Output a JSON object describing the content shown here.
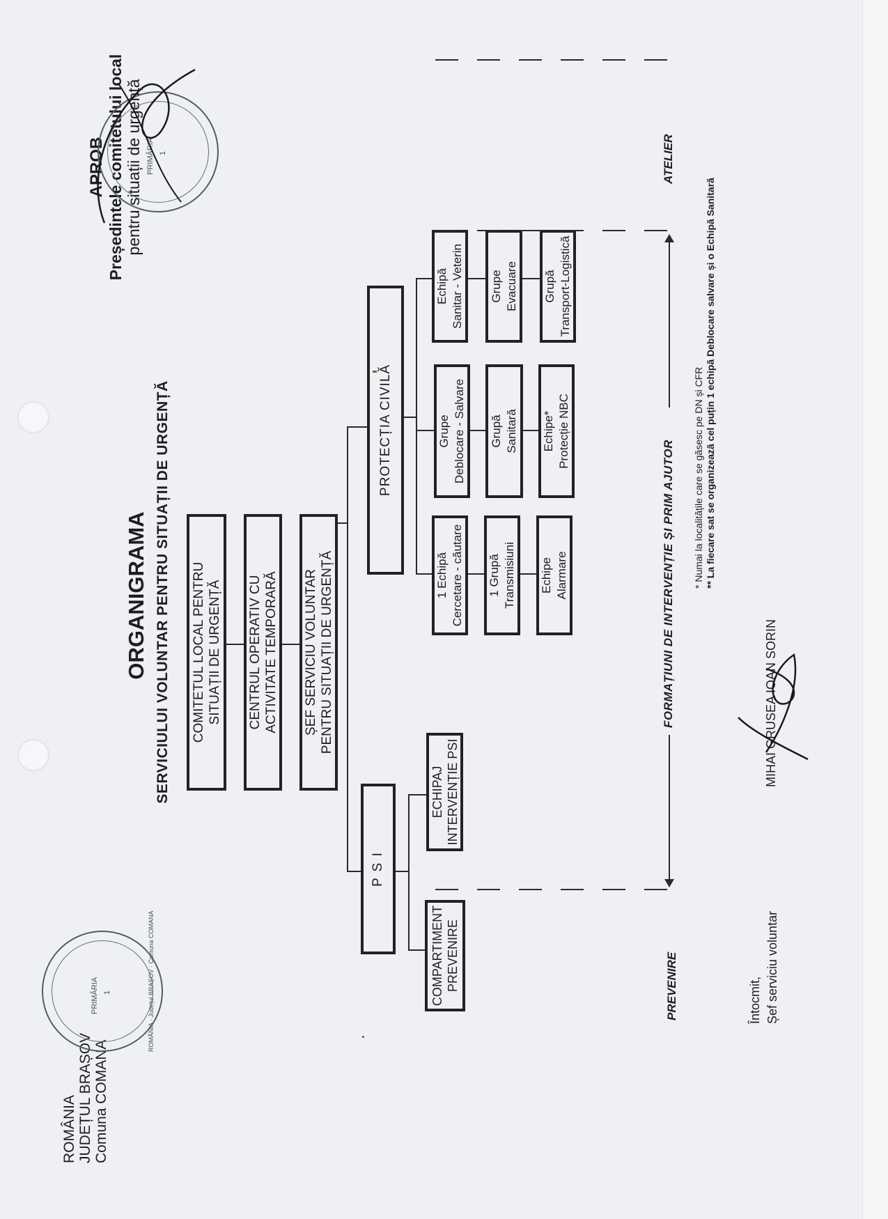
{
  "header_left": {
    "lines": [
      "ROMÂNIA",
      "JUDEȚUL BRAȘOV",
      "Comuna COMANA"
    ]
  },
  "header_right": {
    "approve": "APROB",
    "lines": [
      "Președintele comitetului local",
      "pentru situații de urgență"
    ]
  },
  "stamp": {
    "outer_text": "ROMÂNIA · Județul BRAȘOV · Comuna COMANA",
    "center_top": "PRIMĂRIA",
    "center_num": "1"
  },
  "title": {
    "main": "ORGANIGRAMA",
    "subtitle": "SERVICIULUI VOLUNTAR PENTRU SITUAȚII DE URGENȚĂ"
  },
  "org": {
    "comitet": [
      "COMITETUL LOCAL PENTRU",
      "SITUAȚII DE URGENȚĂ"
    ],
    "centru": [
      "CENTRUL OPERATIV CU",
      "ACTIVITATE TEMPORARĂ"
    ],
    "sef": [
      "ȘEF SERVICIU VOLUNTAR",
      "PENTRU SITUAȚII DE URGENȚĂ"
    ],
    "psi": {
      "label": "P S I",
      "children": [
        {
          "lines": [
            "ECHIPAJ",
            "INTERVENȚIE PSI"
          ]
        },
        {
          "lines": [
            "COMPARTIMENT",
            "PREVENIRE"
          ]
        }
      ]
    },
    "protectie_civila": {
      "label": "PROTECȚIA CIVILĂ",
      "rows": [
        [
          {
            "lines": [
              "1 Echipă",
              "Cercetare - căutare"
            ]
          },
          {
            "lines": [
              "1 Grupă",
              "Transmisiuni"
            ]
          },
          {
            "lines": [
              "Echipe",
              "Alarmare"
            ]
          }
        ],
        [
          {
            "lines": [
              "Grupe",
              "Deblocare - Salvare"
            ]
          },
          {
            "lines": [
              "Grupă",
              "Sanitară"
            ]
          },
          {
            "lines": [
              "Echipe*",
              "Protecție NBC"
            ]
          }
        ],
        [
          {
            "lines": [
              "Echipă",
              "Sanitar - Veterin"
            ]
          },
          {
            "lines": [
              "Grupe",
              "Evacuare"
            ]
          },
          {
            "lines": [
              "Grupă",
              "Transport-Logistică"
            ]
          }
        ]
      ]
    }
  },
  "zones": {
    "prevenire": "PREVENIRE",
    "formatiuni": "FORMAȚIUNI DE INTERVENȚIE ȘI PRIM AJUTOR",
    "atelier": "ATELIER"
  },
  "footnotes": [
    "*  Numai la localitățile care se găsesc pe DN și CFR",
    "** La fiecare sat se organizează cel puțin 1 echipă Deblocare salvare și o Echipă Sanitară"
  ],
  "signature": {
    "prepared": "Întocmit,",
    "role": "Șef serviciu voluntar",
    "name": "MIHAI GRUSEA IOAN SORIN"
  }
}
